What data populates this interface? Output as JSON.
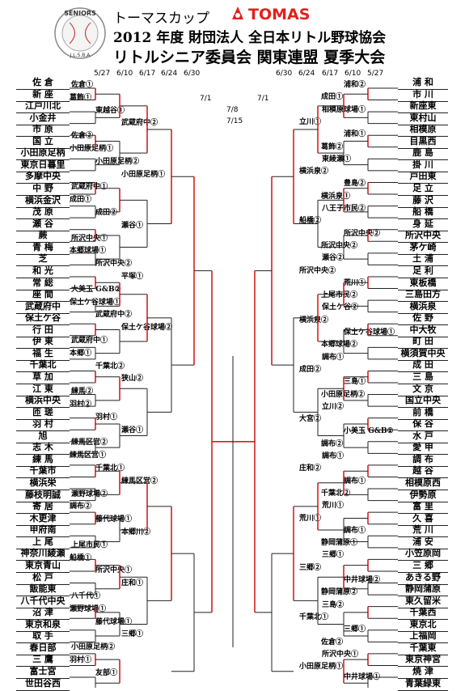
{
  "header": {
    "line1": "トーマスカップ",
    "line2": "2012 年度 財団法人 全日本リトル野球協会",
    "line3": "リトルシニア委員会 関東連盟 夏季大会",
    "logo_left_text": "SENIORS",
    "logo_left_sub": "J.L.S.B.A",
    "logo_right_text": "TOMAS"
  },
  "dates_left": [
    "5/27",
    "6/10",
    "6/17",
    "6/24",
    "6/30"
  ],
  "dates_right": [
    "6/30",
    "6/24",
    "6/17",
    "6/10",
    "5/27"
  ],
  "final_dates": [
    "7/1",
    "7/1",
    "7/8",
    "7/15"
  ],
  "teams_left": [
    "佐 倉",
    "新 座",
    "江戸川北",
    "小金井",
    "市 原",
    "国 立",
    "小田原足柄",
    "東京日暮里",
    "多摩中央",
    "中 野",
    "横浜金沢",
    "茂 原",
    "瀬 谷",
    "蕨",
    "青 梅",
    "芝",
    "和 光",
    "常 総",
    "座 間",
    "武蔵府中",
    "保土ケ谷",
    "行 田",
    "伊 東",
    "福 生",
    "千葉北",
    "草 加",
    "江 東",
    "横浜中央",
    "匝 瑳",
    "羽 村",
    "旭",
    "志 木",
    "練 馬",
    "千葉市",
    "横浜栄",
    "藤枝明誠",
    "寄 居",
    "木更津",
    "甲府南",
    "上 尾",
    "神奈川綾瀬",
    "東京青山",
    "松 戸",
    "飯能東",
    "八千代中央",
    "沼 津",
    "東京和泉",
    "取 手",
    "春日部",
    "三 鷹",
    "富士宮",
    "世田谷西"
  ],
  "teams_right": [
    "浦 和",
    "市 川",
    "新座東",
    "東村山",
    "相模原",
    "目黒西",
    "鹿 島",
    "掛 川",
    "戸田東",
    "足 立",
    "藤 沢",
    "船 橋",
    "身 延",
    "所沢中央",
    "茅ケ崎",
    "土 浦",
    "足 利",
    "東板橋",
    "三島田方",
    "横浜泉",
    "佐 野",
    "中大牧",
    "町 田",
    "横須賀中央",
    "成 田",
    "三 島",
    "文 京",
    "国立中央",
    "前 橋",
    "保 谷",
    "水 戸",
    "愛 甲",
    "調 布",
    "越 谷",
    "相模原西",
    "伊勢原",
    "富 里",
    "久 喜",
    "荒 川",
    "浦 安",
    "小笠原岡",
    "三 郷",
    "あきる野",
    "静岡蒲原",
    "東久留米",
    "千葉西",
    "東京北",
    "上福岡",
    "千葉東",
    "東京神宮",
    "焼 津",
    "青葉緑東"
  ],
  "venues_left": [
    {
      "t": "佐倉①"
    },
    {
      "t": "葛飾①"
    },
    {
      "t": "東越谷①"
    },
    {
      "t": "武蔵府中②"
    },
    {
      "t": "佐倉②"
    },
    {
      "t": "小田原足柄①"
    },
    {
      "t": "小田原足柄②"
    },
    {
      "t": "小田原足柄①"
    },
    {
      "t": "武蔵府中①"
    },
    {
      "t": "成田①"
    },
    {
      "t": "成田②"
    },
    {
      "t": "瀬谷①"
    },
    {
      "t": "所沢中央①"
    },
    {
      "t": "本郷球場①"
    },
    {
      "t": "所沢中央②"
    },
    {
      "t": "平塚①"
    },
    {
      "t": "大美玉 G&B②"
    },
    {
      "t": "保土ケ谷球場①"
    },
    {
      "t": "武蔵府中②"
    },
    {
      "t": "保土ケ谷球場②"
    },
    {
      "t": "武蔵府中①"
    },
    {
      "t": "本郷①"
    },
    {
      "t": "千葉北②"
    },
    {
      "t": "狭山②"
    },
    {
      "t": "練馬②"
    },
    {
      "t": "羽村②"
    },
    {
      "t": "羽村①"
    },
    {
      "t": "瀬谷①"
    },
    {
      "t": "練馬区営②"
    },
    {
      "t": "練馬区営①"
    },
    {
      "t": "千葉北①"
    },
    {
      "t": "練馬区営②"
    },
    {
      "t": "瀬野球場②"
    },
    {
      "t": "調布②"
    },
    {
      "t": "藤代球場①"
    },
    {
      "t": "本郷川②"
    },
    {
      "t": "上尾市民①"
    },
    {
      "t": "船橋①"
    },
    {
      "t": "所沢中央①"
    },
    {
      "t": "庄和①"
    },
    {
      "t": "八千代①"
    },
    {
      "t": "瀬野球場①"
    },
    {
      "t": "藤代球場①"
    },
    {
      "t": "三郷①"
    },
    {
      "t": "小田原足柄②"
    },
    {
      "t": "羽村①"
    },
    {
      "t": "友部①"
    }
  ],
  "venues_right": [
    {
      "t": "浦和②"
    },
    {
      "t": "成田①"
    },
    {
      "t": "相模原球場①"
    },
    {
      "t": "立川①"
    },
    {
      "t": "浦和①"
    },
    {
      "t": "葛飾②"
    },
    {
      "t": "東綾瀬①"
    },
    {
      "t": "横浜泉②"
    },
    {
      "t": "豊島②"
    },
    {
      "t": "横浜泉①"
    },
    {
      "t": "八王子市民②"
    },
    {
      "t": "船橋②"
    },
    {
      "t": "所沢中央②"
    },
    {
      "t": "所沢中央②"
    },
    {
      "t": "瀬谷②"
    },
    {
      "t": "所沢中央②"
    },
    {
      "t": "荒川①"
    },
    {
      "t": "上尾市民②"
    },
    {
      "t": "保土ケ谷②"
    },
    {
      "t": "横浜泉②"
    },
    {
      "t": "保土ケ谷球場①"
    },
    {
      "t": "本郷球場②"
    },
    {
      "t": "調布①"
    },
    {
      "t": "成田②"
    },
    {
      "t": "三島①"
    },
    {
      "t": "小田原足柄②"
    },
    {
      "t": "立川②"
    },
    {
      "t": "大宮②"
    },
    {
      "t": "小美玉 G&B②"
    },
    {
      "t": "調布②"
    },
    {
      "t": "調布①"
    },
    {
      "t": "庄和②"
    },
    {
      "t": "調布①"
    },
    {
      "t": "千葉北②"
    },
    {
      "t": "荒川①"
    },
    {
      "t": "荒川①"
    },
    {
      "t": "調布①"
    },
    {
      "t": "静岡蒲原①"
    },
    {
      "t": "三郷①"
    },
    {
      "t": "三郷②"
    },
    {
      "t": "中井球場②"
    },
    {
      "t": "静岡蒲原②"
    },
    {
      "t": "三島②"
    },
    {
      "t": "千葉北①"
    },
    {
      "t": "三郷①"
    },
    {
      "t": "佐倉②"
    },
    {
      "t": "所沢中央①"
    },
    {
      "t": "小田原足柄①"
    },
    {
      "t": "中井球場①"
    }
  ]
}
